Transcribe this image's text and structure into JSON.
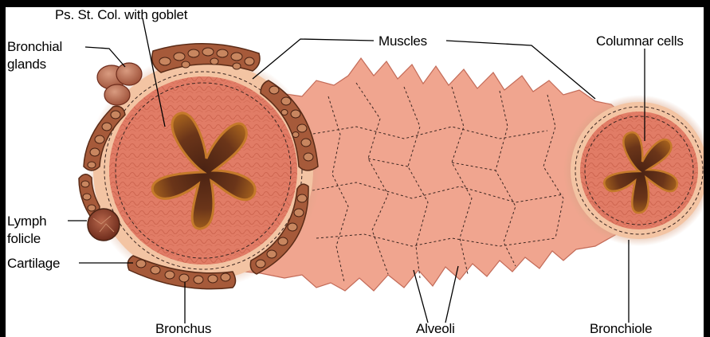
{
  "labels": {
    "ps_st_col": "Ps. St. Col. with goblet",
    "bronchial_glands_line1": "Bronchial",
    "bronchial_glands_line2": "glands",
    "muscles": "Muscles",
    "columnar_cells": "Columnar cells",
    "lymph_line1": "Lymph",
    "lymph_line2": "folicle",
    "cartilage": "Cartilage",
    "bronchus": "Bronchus",
    "alveoli": "Alveoli",
    "bronchiole": "Bronchiole"
  },
  "colors": {
    "frame": "#000000",
    "background": "#ffffff",
    "alveolar_tissue": "#f0a58f",
    "mucosa": "#e17c66",
    "lamina": "#f3c4a3",
    "lumen": "#5a2b17",
    "lumen_rim": "#b0641f",
    "cartilage_plate": "#a65a3a",
    "chondrocyte": "#c8865f",
    "gland": "#b86a4e",
    "lymph_follicle": "#8d3f2a",
    "label_line": "#000000"
  }
}
